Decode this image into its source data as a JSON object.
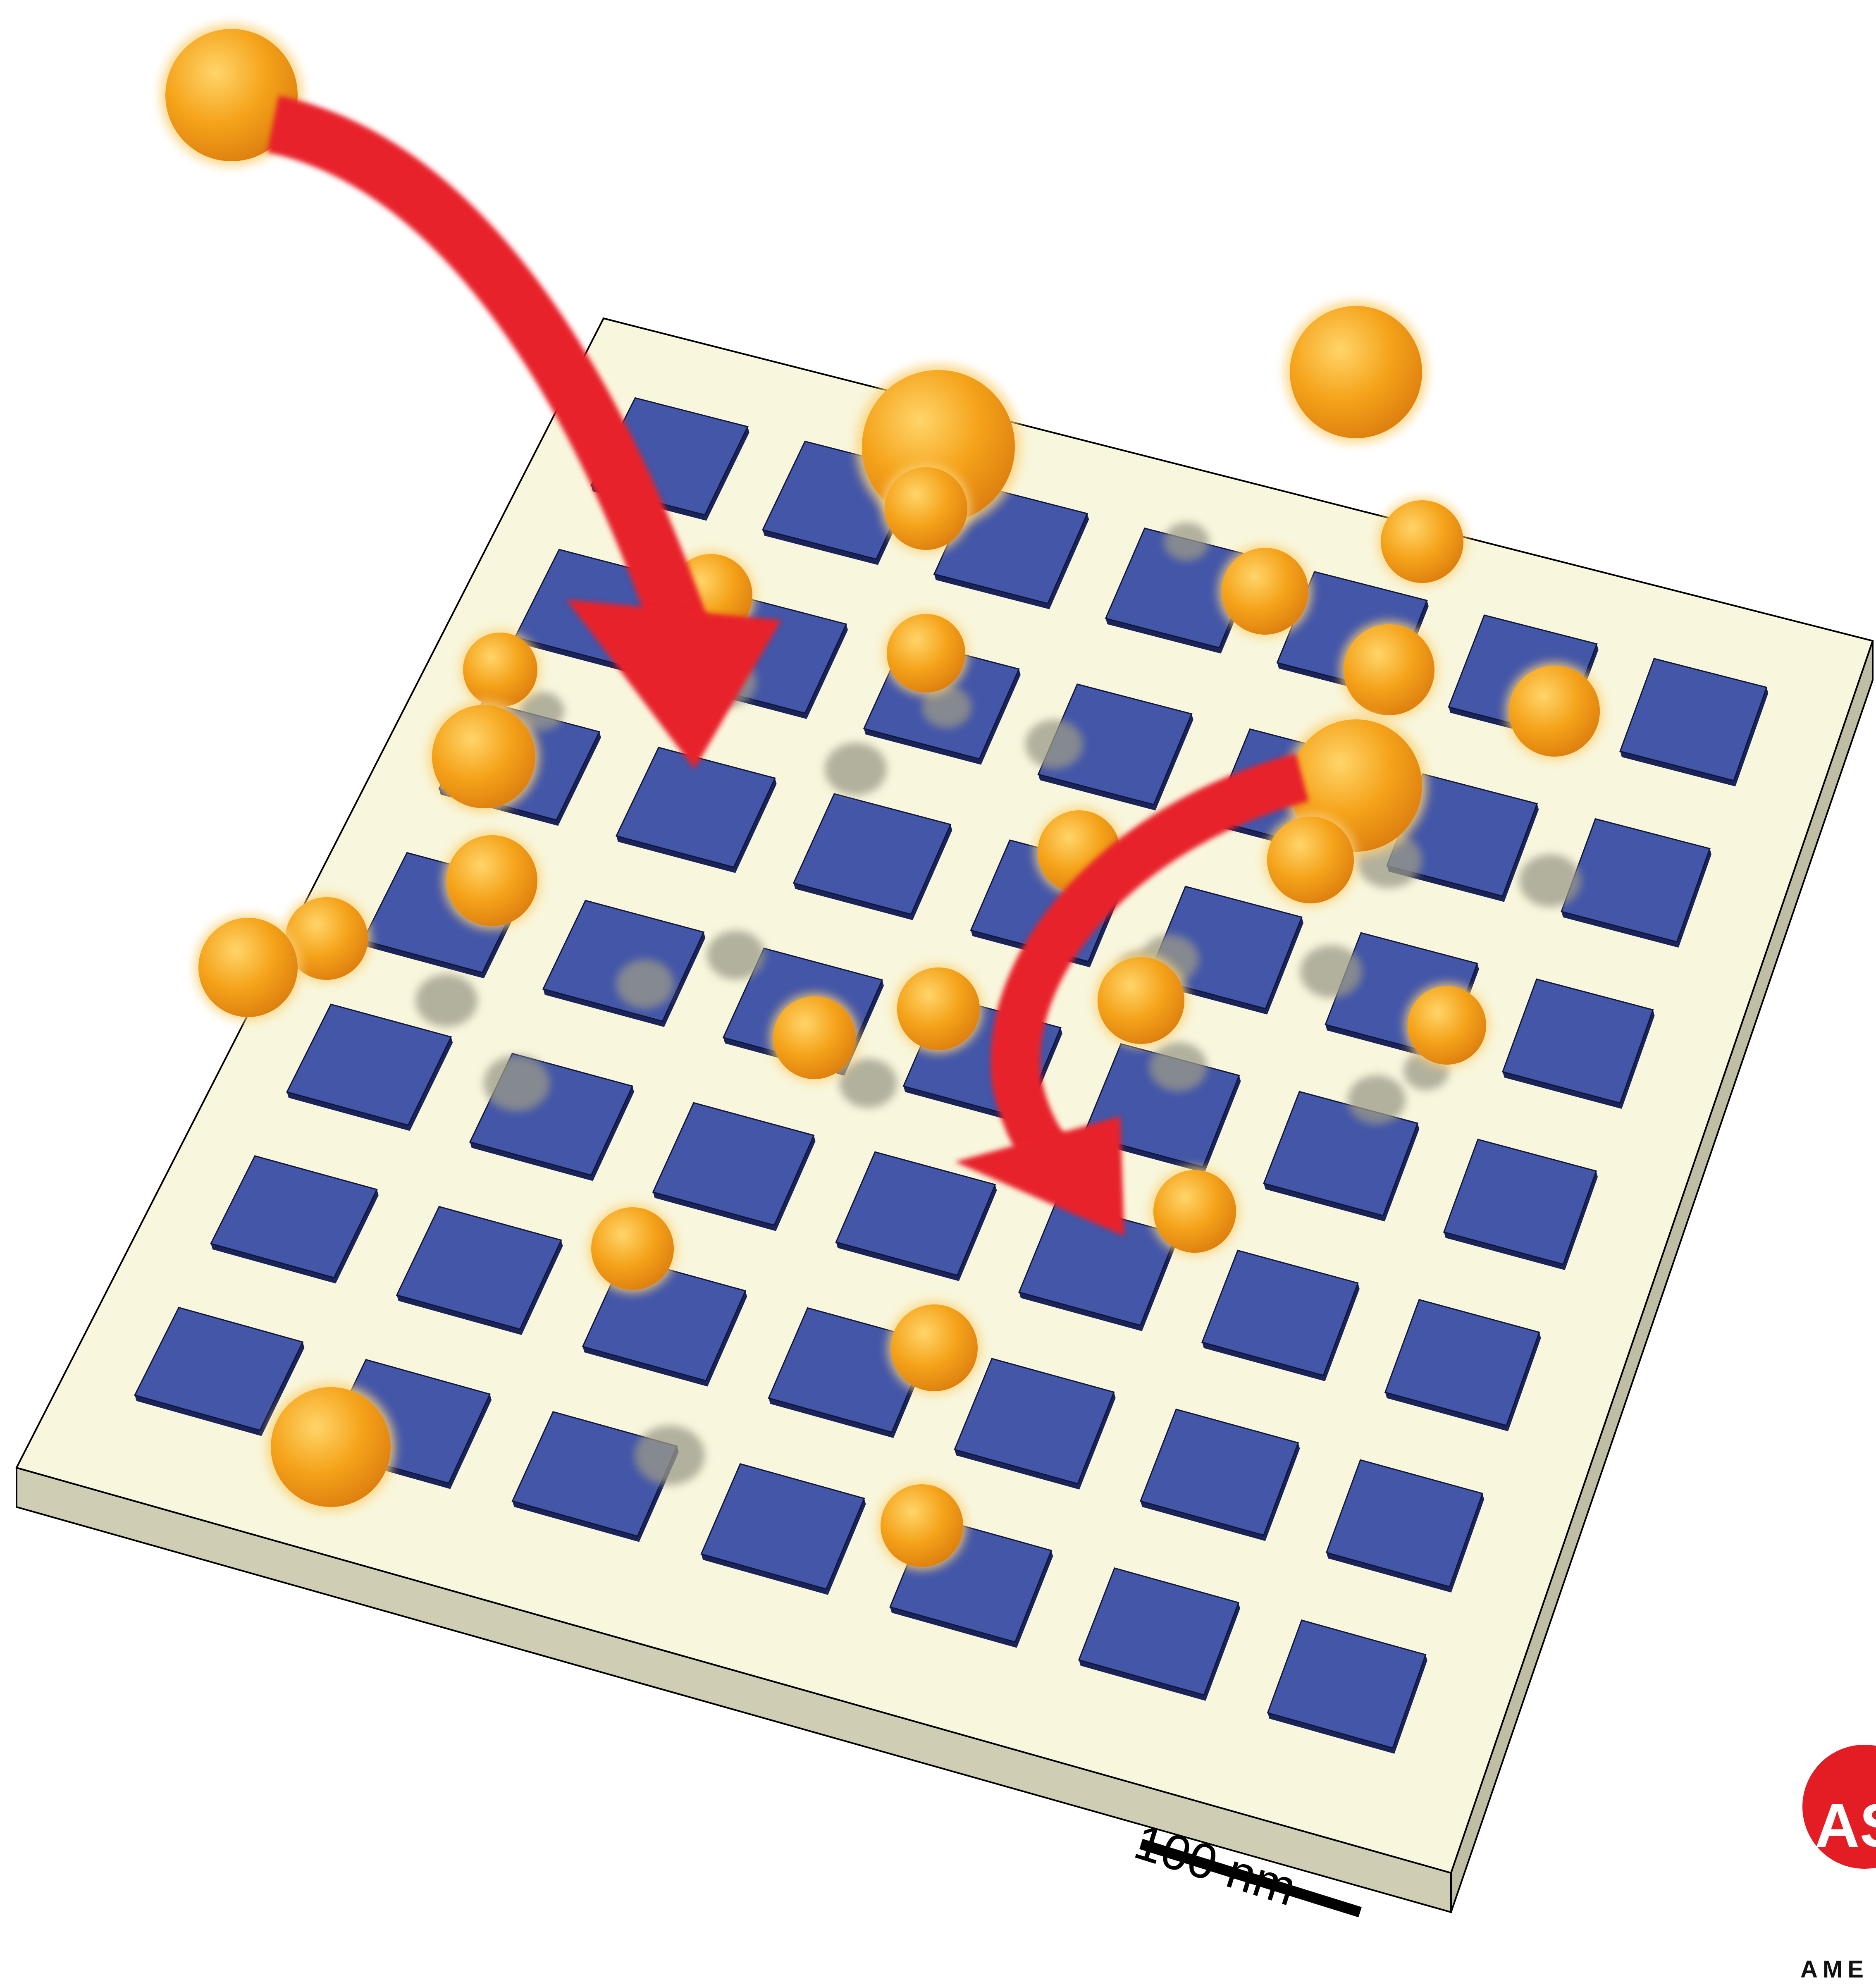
{
  "scale_bar": {
    "label": "100 nm"
  },
  "logo": {
    "text": "AS",
    "subtext": "AME"
  },
  "colors": {
    "substrate": "#f8f6dc",
    "substrate_edge": "#cfcdb4",
    "pad": "#4356a8",
    "pad_shadow": "#1b2458",
    "particle": "#f4a41e",
    "particle_glow": "#fbd27a",
    "arrow": "#e8202a",
    "shadow": "#9b9a88",
    "logo_red": "#e41d25"
  },
  "pad_grid": {
    "rows": 7,
    "columns": 7
  }
}
